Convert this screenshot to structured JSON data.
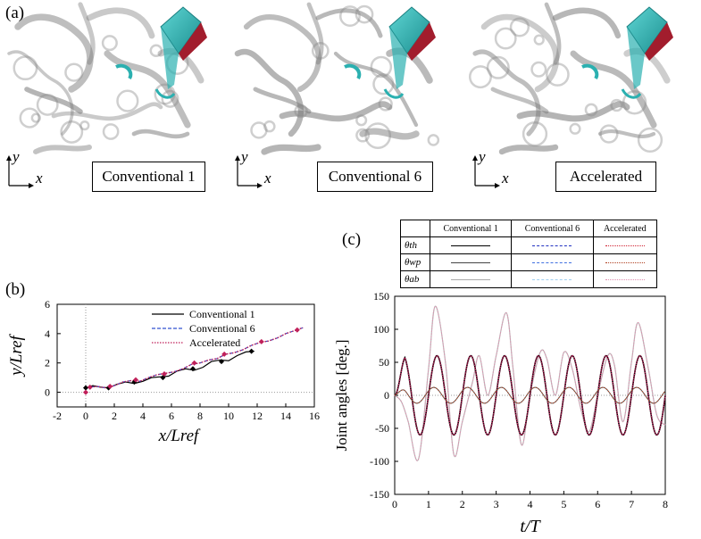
{
  "panel_labels": {
    "a": "(a)",
    "b": "(b)",
    "c": "(c)"
  },
  "snapshots": [
    {
      "caption": "Conventional 1"
    },
    {
      "caption": "Conventional 6"
    },
    {
      "caption": "Accelerated"
    }
  ],
  "axis_glyphs": {
    "y": "y",
    "x": "x"
  },
  "legend_table": {
    "headers": [
      "Conventional 1",
      "Conventional 6",
      "Accelerated"
    ],
    "rows": [
      {
        "label": "θth",
        "colors": [
          "#000000",
          "#2030c0",
          "#d02030"
        ],
        "styles": [
          "solid",
          "dashed",
          "dotted"
        ]
      },
      {
        "label": "θwp",
        "colors": [
          "#444444",
          "#4070e0",
          "#b04020"
        ],
        "styles": [
          "solid",
          "dashed",
          "dotted"
        ]
      },
      {
        "label": "θab",
        "colors": [
          "#aaaaaa",
          "#a0d0f0",
          "#e090b0"
        ],
        "styles": [
          "solid",
          "dashed",
          "dotted"
        ]
      }
    ]
  },
  "colors": {
    "conventional1": "#000000",
    "conventional6": "#3050d0",
    "accelerated": "#c0205a",
    "marker": "#c0205a"
  },
  "chart_data": [
    {
      "type": "line",
      "xlabel": "x/Lref",
      "ylabel": "y/Lref",
      "xlim": [
        -2,
        16
      ],
      "ylim": [
        -1,
        6
      ],
      "xticks": [
        -2,
        0,
        2,
        4,
        6,
        8,
        10,
        12,
        14,
        16
      ],
      "yticks": [
        0,
        2,
        4,
        6
      ],
      "legend": [
        "Conventional 1",
        "Conventional 6",
        "Accelerated"
      ],
      "legend_position": "top-right",
      "series": [
        {
          "name": "Conventional 1",
          "x": [
            0,
            0.5,
            1.0,
            1.6,
            2.2,
            2.8,
            3.4,
            4.0,
            4.6,
            5.2,
            5.8,
            6.4,
            7.0,
            7.6,
            8.2,
            8.8,
            9.4,
            10.0,
            10.6,
            11.2,
            11.8
          ],
          "y": [
            0.3,
            0.45,
            0.35,
            0.3,
            0.55,
            0.7,
            0.6,
            0.75,
            1.0,
            1.05,
            1.1,
            1.45,
            1.6,
            1.5,
            1.7,
            2.1,
            2.2,
            2.15,
            2.5,
            2.75,
            2.8
          ]
        },
        {
          "name": "Conventional 6",
          "x": [
            0,
            0.3,
            0.8,
            1.4,
            2.0,
            2.6,
            3.2,
            3.8,
            4.4,
            5.0,
            5.6,
            6.2,
            6.8,
            7.4,
            8.0,
            8.6,
            9.2,
            9.8,
            10.4,
            11.0,
            11.6,
            12.2,
            12.8,
            13.4,
            14.0,
            14.6,
            15.2
          ],
          "y": [
            0.3,
            0.35,
            0.4,
            0.3,
            0.45,
            0.7,
            0.8,
            0.75,
            1.0,
            1.2,
            1.3,
            1.4,
            1.6,
            1.9,
            2.0,
            2.2,
            2.3,
            2.6,
            2.7,
            2.9,
            3.2,
            3.4,
            3.5,
            3.7,
            4.0,
            4.2,
            4.4
          ]
        },
        {
          "name": "Accelerated",
          "x": [
            0,
            0.3,
            0.8,
            1.4,
            2.0,
            2.6,
            3.2,
            3.8,
            4.4,
            5.0,
            5.6,
            6.2,
            6.8,
            7.4,
            8.0,
            8.6,
            9.2,
            9.8,
            10.4,
            11.0,
            11.6,
            12.2,
            12.8,
            13.4,
            14.0,
            14.6,
            15.2
          ],
          "y": [
            0.3,
            0.35,
            0.4,
            0.3,
            0.45,
            0.7,
            0.8,
            0.75,
            1.0,
            1.2,
            1.3,
            1.4,
            1.6,
            1.9,
            2.0,
            2.2,
            2.3,
            2.6,
            2.7,
            2.9,
            3.2,
            3.4,
            3.5,
            3.7,
            4.0,
            4.2,
            4.4
          ]
        }
      ],
      "markers_conv1": {
        "x": [
          0,
          1.6,
          3.4,
          5.4,
          7.5,
          9.5,
          11.6
        ],
        "y": [
          0.3,
          0.3,
          0.7,
          1.0,
          1.6,
          2.1,
          2.8
        ]
      },
      "markers_accel": {
        "x": [
          0,
          0.3,
          1.7,
          3.5,
          5.5,
          7.6,
          9.7,
          12.3,
          14.8
        ],
        "y": [
          0,
          0.35,
          0.4,
          0.85,
          1.25,
          2.0,
          2.6,
          3.45,
          4.25
        ]
      }
    },
    {
      "type": "line",
      "xlabel": "t/T",
      "ylabel": "Joint angles [deg.]",
      "xlim": [
        0,
        8
      ],
      "ylim": [
        -150,
        150
      ],
      "xticks": [
        0,
        1,
        2,
        3,
        4,
        5,
        6,
        7,
        8
      ],
      "yticks": [
        -150,
        -100,
        -50,
        0,
        50,
        100,
        150
      ],
      "series": [
        {
          "name": "θth",
          "amplitude": 60,
          "period": 1.0,
          "phase": 0.0
        },
        {
          "name": "θwp",
          "amplitude": 12,
          "period": 1.0,
          "phase": 0.6
        },
        {
          "name": "θab",
          "t": [
            0,
            0.2,
            0.4,
            0.7,
            1.0,
            1.2,
            1.5,
            1.75,
            2.0,
            2.3,
            2.5,
            2.75,
            3.0,
            3.3,
            3.5,
            3.75,
            4.0,
            4.3,
            4.5,
            4.75,
            5.0,
            5.25,
            5.5,
            5.75,
            6.0,
            6.3,
            6.5,
            6.75,
            7.0,
            7.2,
            7.5,
            7.75,
            8.0
          ],
          "values": [
            0,
            -10,
            -40,
            -97,
            40,
            135,
            50,
            -90,
            -40,
            20,
            60,
            0,
            60,
            125,
            40,
            -75,
            0,
            65,
            55,
            0,
            65,
            40,
            -20,
            -55,
            0,
            60,
            45,
            -40,
            50,
            110,
            40,
            -30,
            -45
          ]
        }
      ]
    }
  ]
}
